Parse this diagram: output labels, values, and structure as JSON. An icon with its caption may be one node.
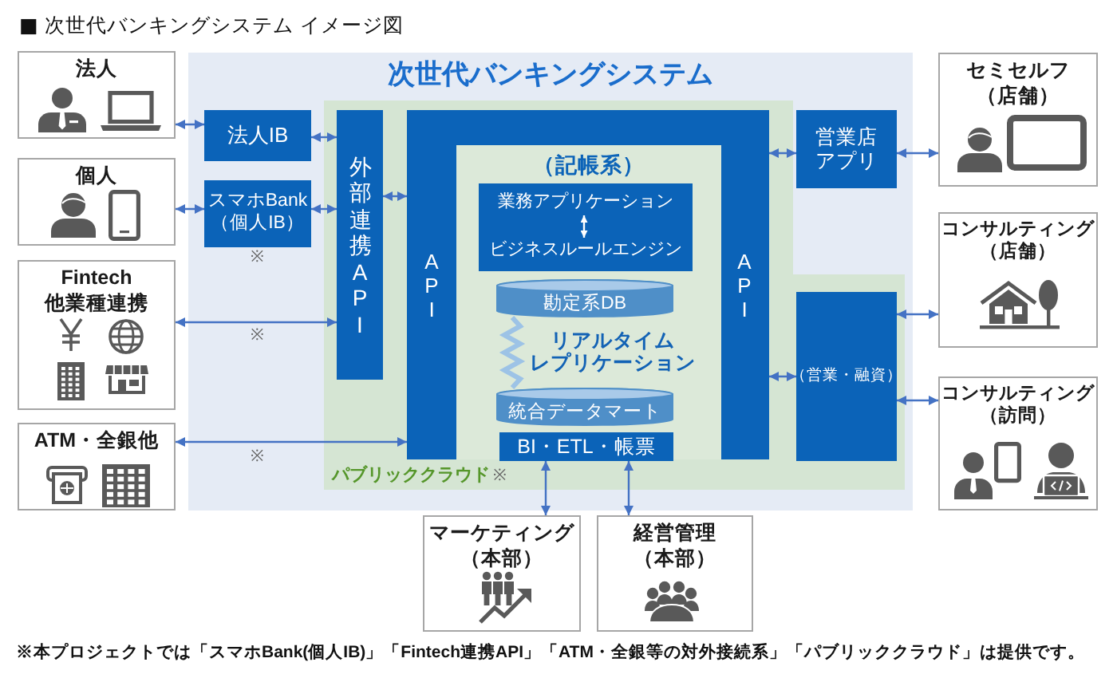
{
  "diagram": {
    "title": "■ 次世代バンキングシステム イメージ図",
    "nodes": [
      {
        "text": [
          "法人"
        ]
      },
      {
        "text": [
          "個人"
        ]
      },
      {
        "text": [
          "Fintech 他業種連携"
        ]
      },
      {
        "text": [
          "ATM・全銀他"
        ]
      },
      {
        "text": [
          "次世代バンキングシステム"
        ]
      },
      {
        "text": [
          "法人IB"
        ],
        "in": 4
      },
      {
        "text": [
          "スマホBank（個人IB）"
        ],
        "in": 4,
        "beside": [
          "※"
        ]
      },
      {
        "text": [
          "パブリッククラウド"
        ],
        "in": 4,
        "beside": [
          "※"
        ]
      },
      {
        "text": [
          "外部連携API"
        ],
        "in": 7
      },
      {
        "text": [
          "API",
          "API"
        ],
        "in": 7
      },
      {
        "text": [
          "（記帳系）"
        ],
        "in": 9
      },
      {
        "text": [],
        "shape": "box",
        "in": 10
      },
      {
        "text": [
          "業務アプリケーション"
        ],
        "in": 11
      },
      {
        "text": [
          "ビジネスルールエンジン"
        ],
        "in": 11
      },
      {
        "text": [
          "勘定系DB"
        ],
        "in": 10
      },
      {
        "text": [
          "統合データマート"
        ],
        "in": 10
      },
      {
        "text": [
          "BI・ETL・帳票"
        ],
        "in": 10
      },
      {
        "text": [
          "営業店アプリ"
        ],
        "in": 4
      },
      {
        "text": [
          "（営業・融資）"
        ],
        "in": 7
      },
      {
        "text": [
          "セミセルフ（店舗）"
        ]
      },
      {
        "text": [
          "コンサルティング（店舗）"
        ]
      },
      {
        "text": [
          "コンサルティング（訪問）"
        ]
      },
      {
        "text": [
          "マーケティング（本部）"
        ]
      },
      {
        "text": [
          "経営管理（本部）"
        ]
      }
    ],
    "edges": [
      {
        "from": 0,
        "to": 5,
        "arrow": "both"
      },
      {
        "from": 5,
        "to": 8,
        "arrow": "both"
      },
      {
        "from": 1,
        "to": 6,
        "arrow": "both"
      },
      {
        "from": 6,
        "to": 8,
        "arrow": "both"
      },
      {
        "from": 2,
        "to": 8,
        "arrow": "both"
      },
      {
        "from": 3,
        "to": 9,
        "arrow": "both"
      },
      {
        "from": 8,
        "to": 9,
        "arrow": "both"
      },
      {
        "from": 9,
        "to": 17,
        "arrow": "both"
      },
      {
        "from": 17,
        "to": 19,
        "arrow": "both"
      },
      {
        "from": 9,
        "to": 18,
        "arrow": "both"
      },
      {
        "from": 18,
        "to": 20,
        "arrow": "both"
      },
      {
        "from": 18,
        "to": 21,
        "arrow": "both"
      },
      {
        "from": 12,
        "to": 13,
        "arrow": "both",
        "color": "#ffffff"
      },
      {
        "from": 14,
        "to": 15,
        "arrow": "none",
        "label": "リアルタイムレプリケーション",
        "style": "thick",
        "color": "#9dc3e6"
      },
      {
        "from": 22,
        "to": 16,
        "arrow": "both"
      },
      {
        "from": 23,
        "to": 16,
        "arrow": "both"
      }
    ],
    "labels": [
      "※",
      "※",
      "※本プロジェクトでは「スマホBank(個人IB)」「Fintech連携API」「ATM・全銀等の対外接続系」「パブリッククラウド」は提供です。"
    ]
  }
}
